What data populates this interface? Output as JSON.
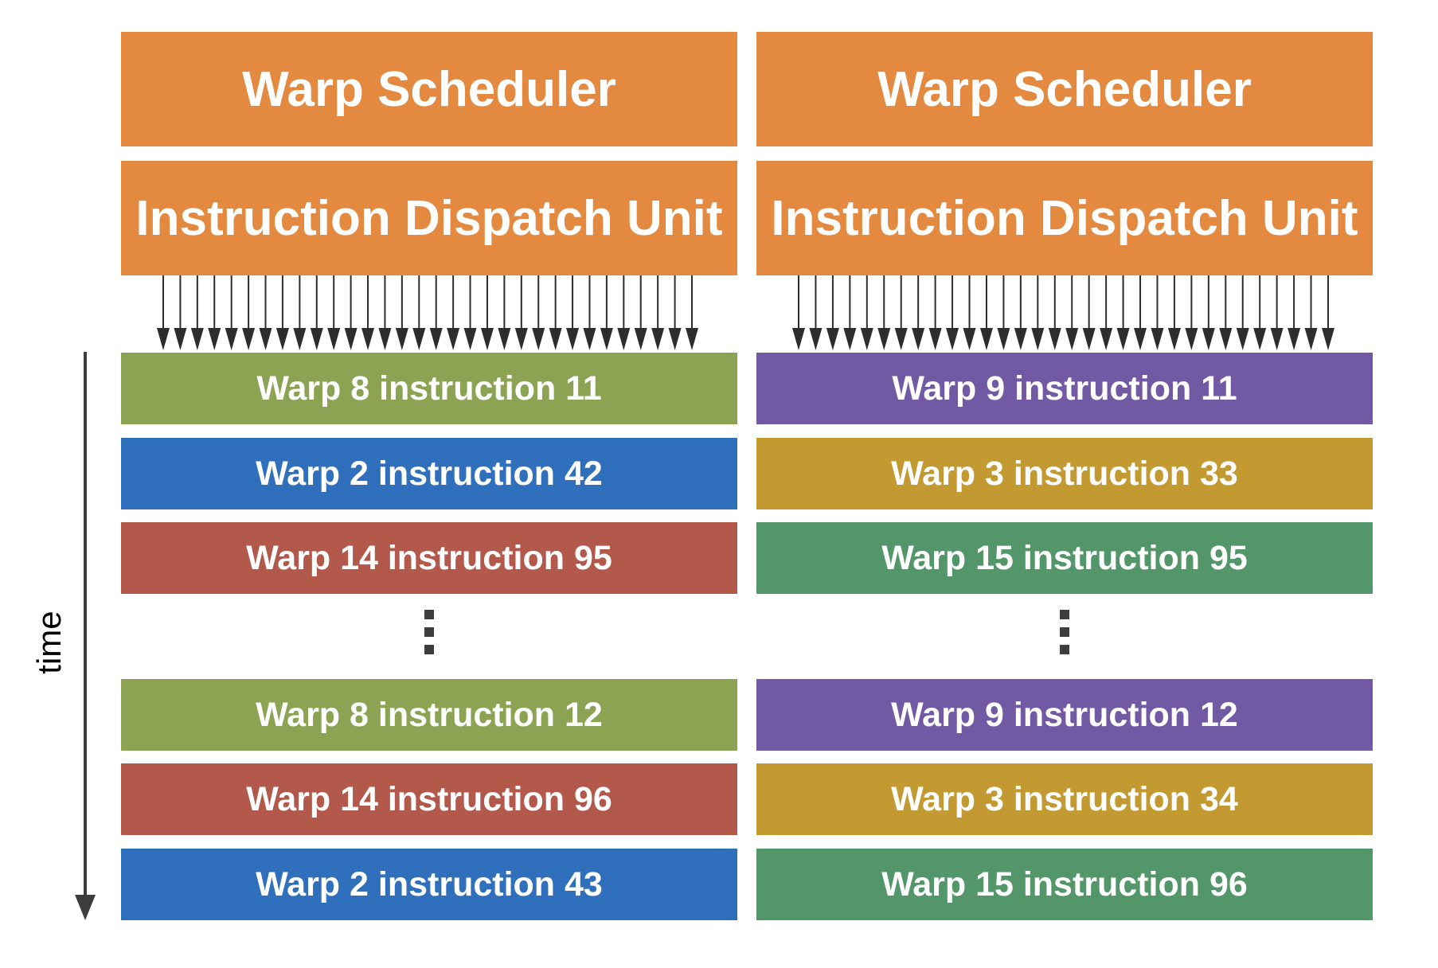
{
  "columns": [
    {
      "scheduler_label": "Warp Scheduler",
      "dispatch_label": "Instruction Dispatch Unit",
      "rows_top": [
        {
          "label": "Warp 8 instruction 11",
          "color": "#8da354"
        },
        {
          "label": "Warp 2 instruction 42",
          "color": "#2f6fbb"
        },
        {
          "label": "Warp 14 instruction 95",
          "color": "#b3594c"
        }
      ],
      "rows_bottom": [
        {
          "label": "Warp 8 instruction 12",
          "color": "#8da354"
        },
        {
          "label": "Warp 14 instruction 96",
          "color": "#b3594c"
        },
        {
          "label": "Warp 2 instruction 43",
          "color": "#2f6fbb"
        }
      ]
    },
    {
      "scheduler_label": "Warp Scheduler",
      "dispatch_label": "Instruction Dispatch Unit",
      "rows_top": [
        {
          "label": "Warp 9 instruction 11",
          "color": "#7259a3"
        },
        {
          "label": "Warp 3 instruction 33",
          "color": "#c39a32"
        },
        {
          "label": "Warp 15 instruction 95",
          "color": "#52966a"
        }
      ],
      "rows_bottom": [
        {
          "label": "Warp 9 instruction 12",
          "color": "#7259a3"
        },
        {
          "label": "Warp 3 instruction 34",
          "color": "#c39a32"
        },
        {
          "label": "Warp 15 instruction 96",
          "color": "#52966a"
        }
      ]
    }
  ],
  "unit_color": "#e38a40",
  "time_label": "time",
  "dispatch_arrows_per_unit": 32
}
